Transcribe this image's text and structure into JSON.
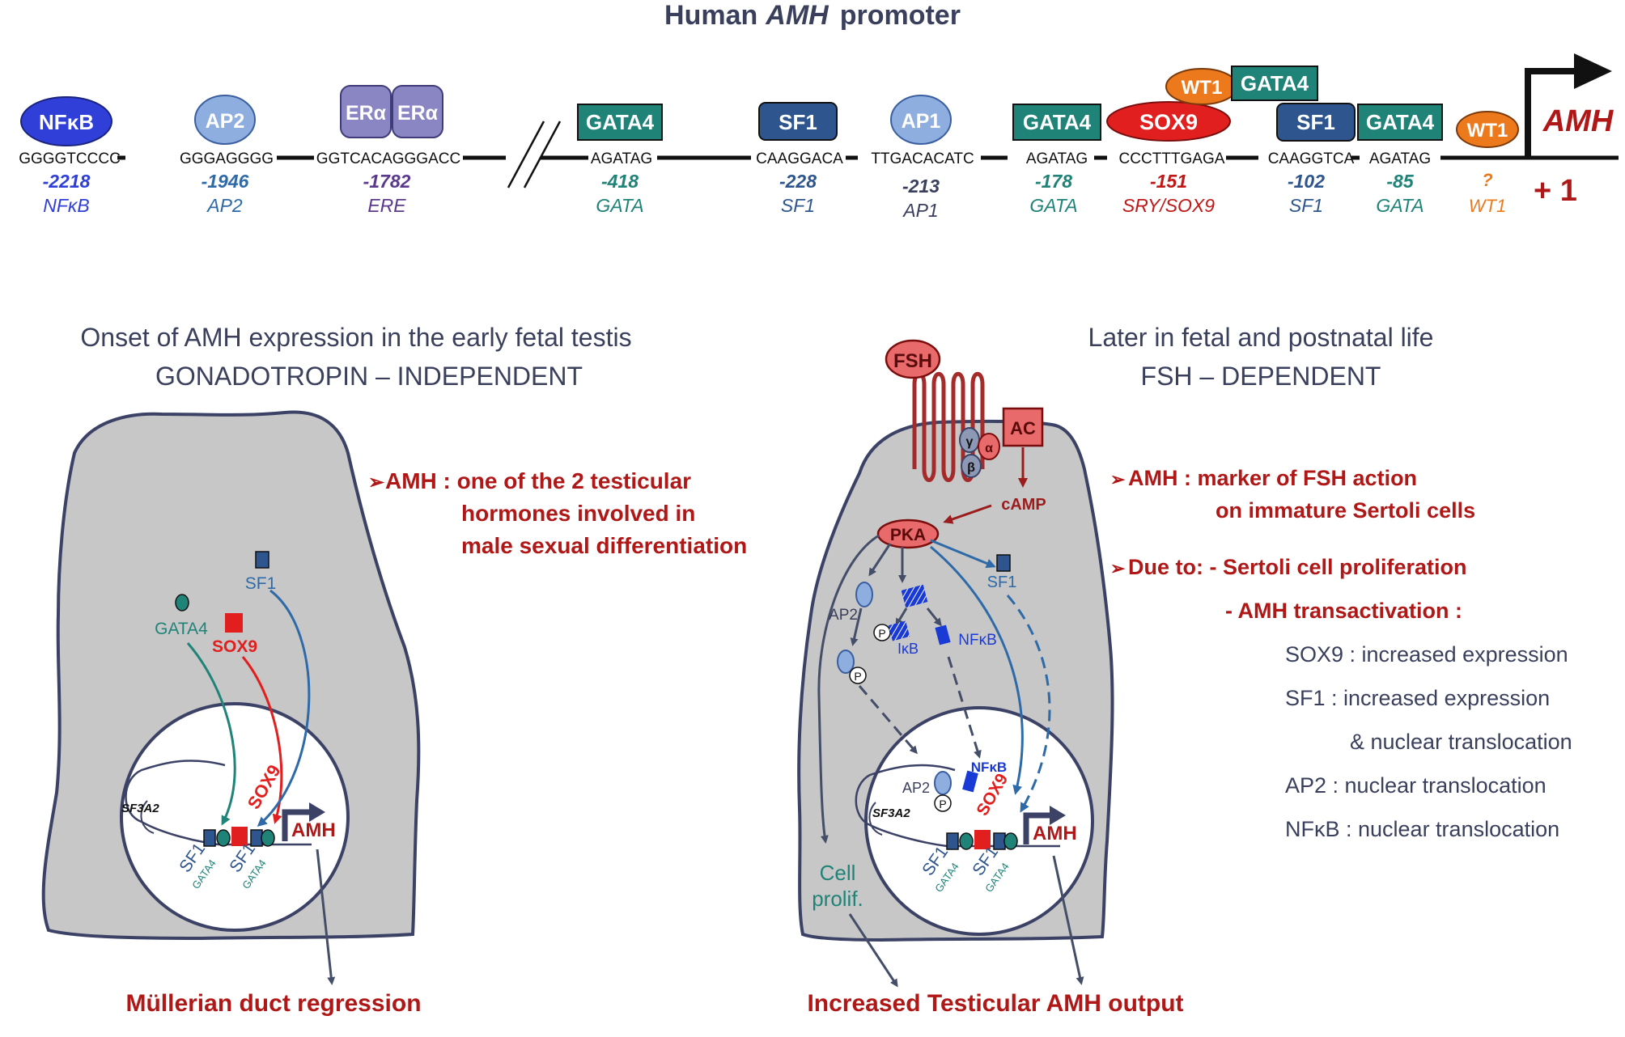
{
  "title": {
    "prefix": "Human",
    "gene": "AMH",
    "suffix": "promoter"
  },
  "colors": {
    "nfkb": "#2f3fd8",
    "ap2": "#8eaee0",
    "era": "#8a86c4",
    "gata4": "#1f8378",
    "sf1": "#2e558e",
    "sox9": "#e21f1f",
    "wt1": "#ec7a1d",
    "cell": "#c7c7c7",
    "cell_border": "#3b4266",
    "text_dark": "#3a3f5c",
    "text_red": "#b01818",
    "arrow_dark": "#454e68",
    "fsh": "#e86a6a",
    "receptor": "#a52a2a"
  },
  "promoter": {
    "elements": [
      {
        "factor": "NFκB",
        "sequence": "GGGGTCCCC",
        "position": "-2218",
        "site": "NFκB"
      },
      {
        "factor": "AP2",
        "sequence": "GGGAGGGG",
        "position": "-1946",
        "site": "AP2"
      },
      {
        "factor": "ERα",
        "factor2": "ERα",
        "sequence": "GGTCACAGGGACC",
        "position": "-1782",
        "site": "ERE"
      },
      {
        "factor": "GATA4",
        "sequence": "AGATAG",
        "position": "-418",
        "site": "GATA"
      },
      {
        "factor": "SF1",
        "sequence": "CAAGGACA",
        "position": "-228",
        "site": "SF1"
      },
      {
        "factor": "AP1",
        "sequence": "TTGACACATC",
        "position": "-213",
        "site": "AP1"
      },
      {
        "factor": "GATA4",
        "sequence": "AGATAG",
        "position": "-178",
        "site": "GATA"
      },
      {
        "factor": "SOX9",
        "sequence": "CCCTTTGAGA",
        "position": "-151",
        "site": "SRY/SOX9"
      },
      {
        "factor": "SF1",
        "sequence": "CAAGGTCA",
        "position": "-102",
        "site": "SF1"
      },
      {
        "factor": "GATA4",
        "sequence": "AGATAG",
        "position": "-85",
        "site": "GATA"
      },
      {
        "factor": "WT1",
        "sequence": "",
        "position": "?",
        "site": "WT1"
      }
    ],
    "top_wt1": "WT1",
    "top_gata4": "GATA4",
    "gene_label": "AMH",
    "start_label": "+ 1"
  },
  "left_panel": {
    "title_line1": "Onset of AMH expression in the early fetal testis",
    "title_line2": "GONADOTROPIN – INDEPENDENT",
    "bullet_marker": "➢",
    "note_line1": "AMH :  one of the 2 testicular",
    "note_line2": "hormones involved in",
    "note_line3": "male sexual differentiation",
    "labels": {
      "sf1": "SF1",
      "gata4": "GATA4",
      "sox9": "SOX9",
      "sf3a2": "SF3A2",
      "sox9_nuc": "SOX9",
      "amh": "AMH",
      "sf1_a": "SF1",
      "gata4_a": "GATA4",
      "sf1_b": "SF1",
      "gata4_b": "GATA4"
    },
    "outcome": "Müllerian  duct regression"
  },
  "right_panel": {
    "title_line1": "Later in fetal and postnatal life",
    "title_line2": "FSH – DEPENDENT",
    "labels": {
      "fsh": "FSH",
      "ac": "AC",
      "gamma": "γ",
      "alpha": "α",
      "beta": "β",
      "camp": "cAMP",
      "pka": "PKA",
      "ap2": "AP2",
      "p1": "P",
      "p2": "P",
      "p3": "P",
      "ikb": "IκB",
      "nfkb": "NFκB",
      "sf1": "SF1",
      "nfkb_nuc": "NFκB",
      "ap2_nuc": "AP2",
      "sf3a2": "SF3A2",
      "sox9_nuc": "SOX9",
      "amh": "AMH",
      "sf1_a": "SF1",
      "gata4_a": "GATA4",
      "sf1_b": "SF1",
      "gata4_b": "GATA4",
      "cell_prolif_1": "Cell",
      "cell_prolif_2": "prolif."
    },
    "notes": {
      "bullet_marker": "➢",
      "line1": "AMH :   marker of FSH action",
      "line2": "on immature Sertoli cells",
      "line3": "Due to:  - Sertoli cell proliferation",
      "line4": "- AMH transactivation :",
      "items": [
        "SOX9 : increased expression",
        "SF1 : increased expression",
        "& nuclear translocation",
        "AP2 : nuclear translocation",
        "NFκB : nuclear translocation"
      ]
    },
    "outcome": "Increased Testicular AMH output"
  }
}
